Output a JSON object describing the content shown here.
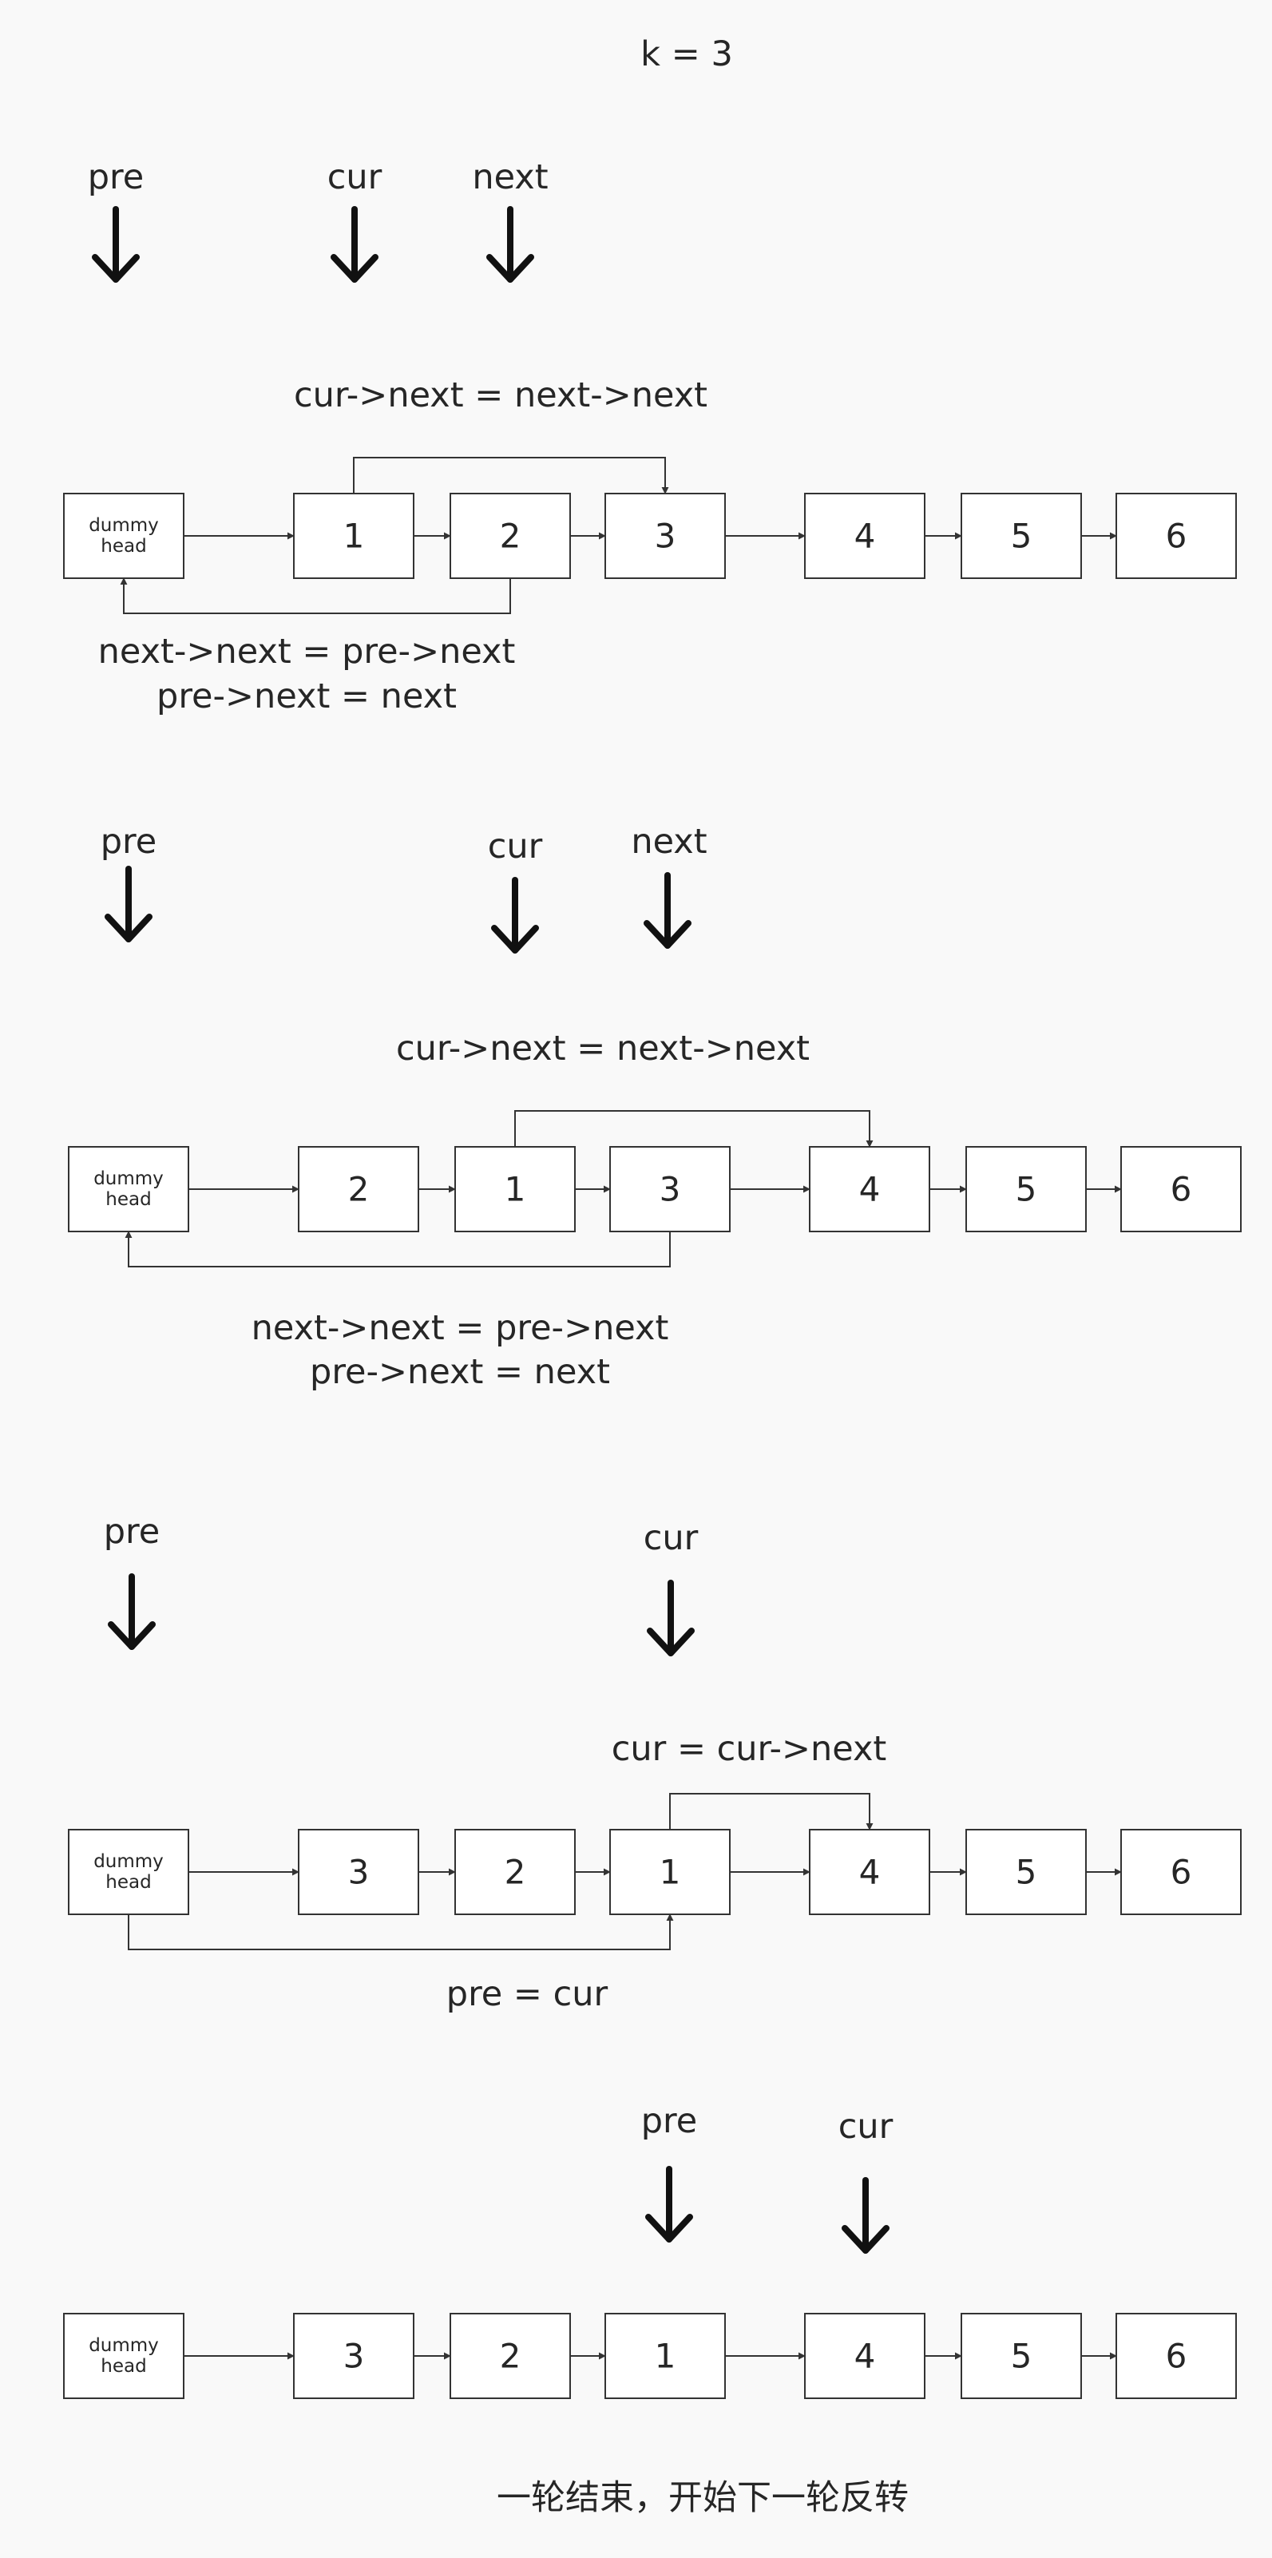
{
  "header": {
    "k_label": "k = 3"
  },
  "dummy": {
    "line1": "dummy",
    "line2": "head"
  },
  "steps": [
    {
      "nodes": [
        "1",
        "2",
        "3",
        "4",
        "5",
        "6"
      ],
      "pointers": {
        "pre": "pre",
        "cur": "cur",
        "next": "next"
      },
      "op_top": "cur->next = next->next",
      "op_bottom_1": "next->next = pre->next",
      "op_bottom_2": "pre->next = next"
    },
    {
      "nodes": [
        "2",
        "1",
        "3",
        "4",
        "5",
        "6"
      ],
      "pointers": {
        "pre": "pre",
        "cur": "cur",
        "next": "next"
      },
      "op_top": "cur->next = next->next",
      "op_bottom_1": "next->next = pre->next",
      "op_bottom_2": "pre->next = next"
    },
    {
      "nodes": [
        "3",
        "2",
        "1",
        "4",
        "5",
        "6"
      ],
      "pointers": {
        "pre": "pre",
        "cur": "cur"
      },
      "op_top": "cur = cur->next",
      "op_bottom_1": "pre = cur"
    },
    {
      "nodes": [
        "3",
        "2",
        "1",
        "4",
        "5",
        "6"
      ],
      "pointers": {
        "pre": "pre",
        "cur": "cur"
      }
    }
  ],
  "footer": {
    "text": "一轮结束，开始下一轮反转"
  }
}
